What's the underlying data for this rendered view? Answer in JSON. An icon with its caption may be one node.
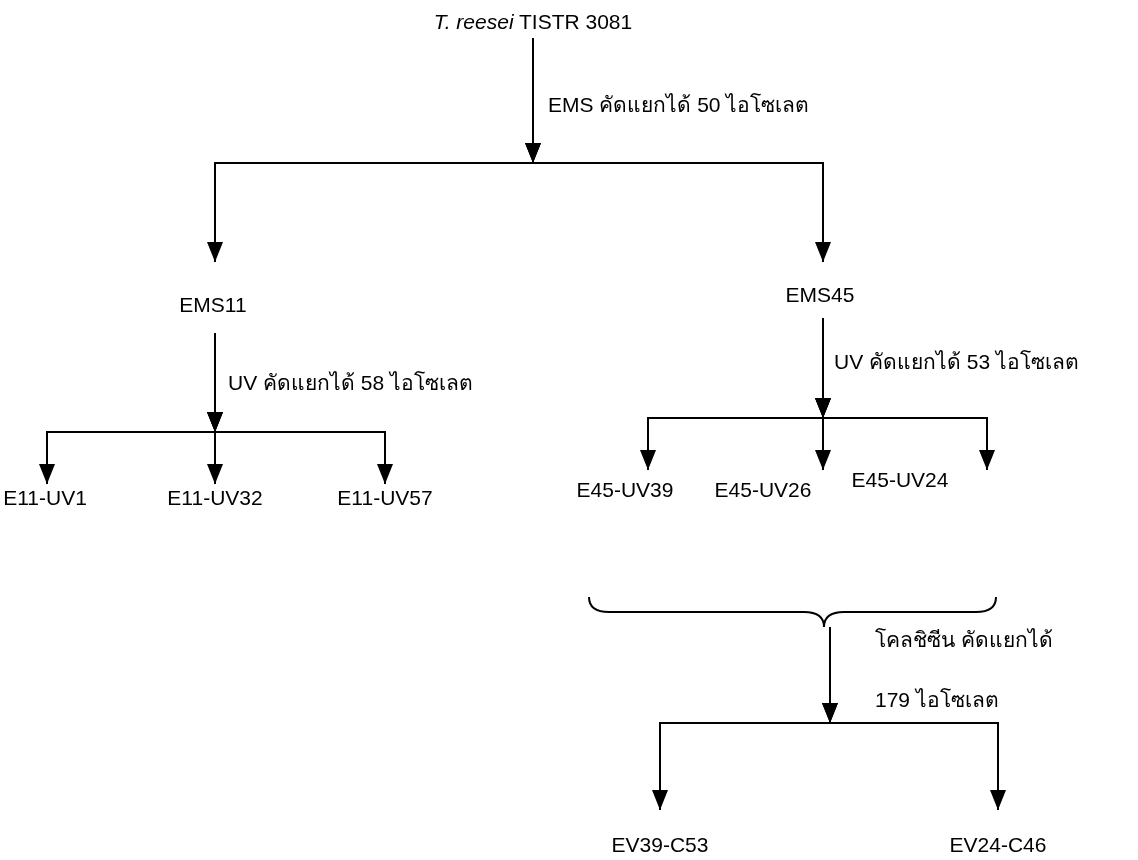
{
  "diagram": {
    "nodes": [
      {
        "text": [
          "*T. reesei* TISTR 3081"
        ]
      },
      {
        "text": [
          "EMS11"
        ]
      },
      {
        "text": [
          "EMS45"
        ]
      },
      {
        "text": [
          "E11-UV1"
        ]
      },
      {
        "text": [
          "E11-UV32"
        ]
      },
      {
        "text": [
          "E11-UV57"
        ]
      },
      {
        "text": [
          "E45-UV39"
        ]
      },
      {
        "text": [
          "E45-UV26"
        ]
      },
      {
        "text": [
          "E45-UV24"
        ]
      },
      {
        "text": [],
        "shape": "brace"
      },
      {
        "text": [
          "EV39-C53"
        ]
      },
      {
        "text": [
          "EV24-C46"
        ]
      }
    ],
    "edges": [
      {
        "from": 0,
        "to": 1,
        "arrow": "to",
        "label": "EMS คัดแยกได้ 50 ไอโซเลต"
      },
      {
        "from": 0,
        "to": 2,
        "arrow": "to"
      },
      {
        "from": 1,
        "to": 3,
        "arrow": "to",
        "label": "UV คัดแยกได้ 58 ไอโซเลต"
      },
      {
        "from": 1,
        "to": 4,
        "arrow": "to"
      },
      {
        "from": 1,
        "to": 5,
        "arrow": "to"
      },
      {
        "from": 2,
        "to": 6,
        "arrow": "to",
        "label": "UV คัดแยกได้ 53 ไอโซเลต"
      },
      {
        "from": 2,
        "to": 7,
        "arrow": "to"
      },
      {
        "from": 2,
        "to": 8,
        "arrow": "to"
      },
      {
        "from": 9,
        "to": 10,
        "arrow": "to"
      },
      {
        "from": 9,
        "to": 11,
        "arrow": "to",
        "label": "โคลชิซีน คัดแยกได้ 179 ไอโซเลต"
      }
    ]
  }
}
